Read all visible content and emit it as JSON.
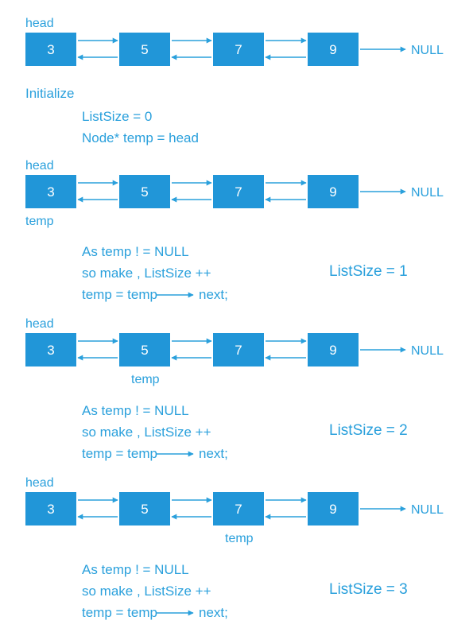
{
  "colors": {
    "accent": "#2aa0dc",
    "node_fill": "#2196d8",
    "node_text": "#ffffff",
    "background": "#ffffff"
  },
  "rows": [
    {
      "head_label": "head",
      "values": [
        "3",
        "5",
        "7",
        "9"
      ],
      "null_label": "NULL",
      "temp_label": "",
      "temp_index": -1
    },
    {
      "head_label": "head",
      "values": [
        "3",
        "5",
        "7",
        "9"
      ],
      "null_label": "NULL",
      "temp_label": "temp",
      "temp_index": 0
    },
    {
      "head_label": "head",
      "values": [
        "3",
        "5",
        "7",
        "9"
      ],
      "null_label": "NULL",
      "temp_label": "temp",
      "temp_index": 1
    },
    {
      "head_label": "head",
      "values": [
        "3",
        "5",
        "7",
        "9"
      ],
      "null_label": "NULL",
      "temp_label": "temp",
      "temp_index": 2
    }
  ],
  "init": {
    "title": "Initialize",
    "line1": "ListSize  =  0",
    "line2": "Node* temp = head"
  },
  "steps": [
    {
      "line1": "As  temp ! = NULL",
      "line2": "so make ,  ListSize ++",
      "line3_left": "temp = temp",
      "line3_right": "next;",
      "size": "ListSize  =  1"
    },
    {
      "line1": "As  temp ! = NULL",
      "line2": "so make ,  ListSize ++",
      "line3_left": "temp = temp",
      "line3_right": "next;",
      "size": "ListSize  =  2"
    },
    {
      "line1": "As  temp ! = NULL",
      "line2": "so make ,  ListSize ++",
      "line3_left": "temp = temp",
      "line3_right": "next;",
      "size": "ListSize  =  3"
    }
  ]
}
